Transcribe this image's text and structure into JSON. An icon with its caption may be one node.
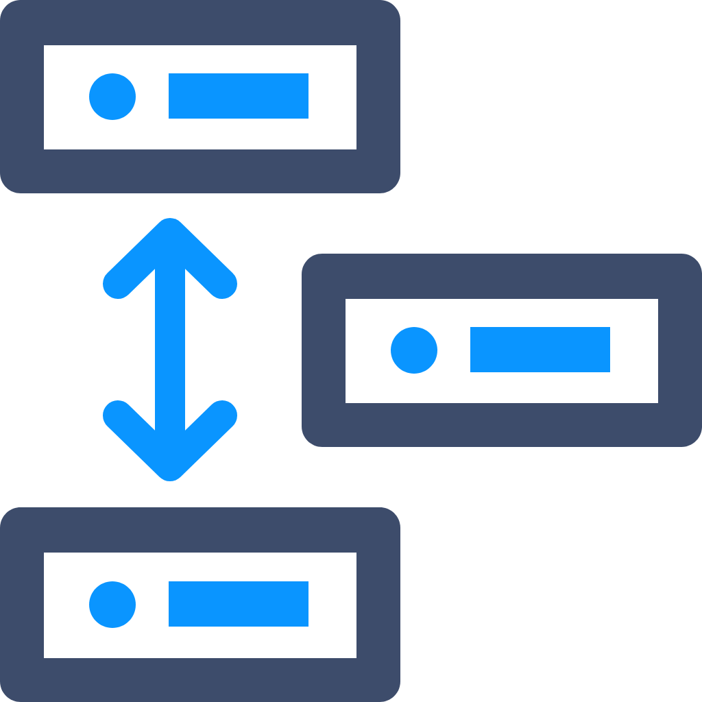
{
  "diagram": {
    "nodes": [
      {
        "text": [],
        "shape": "box"
      },
      {
        "text": [],
        "shape": "box"
      },
      {
        "text": [],
        "shape": "box"
      }
    ],
    "edges": [
      {
        "from": 0,
        "to": 2,
        "arrow": "both"
      }
    ]
  }
}
